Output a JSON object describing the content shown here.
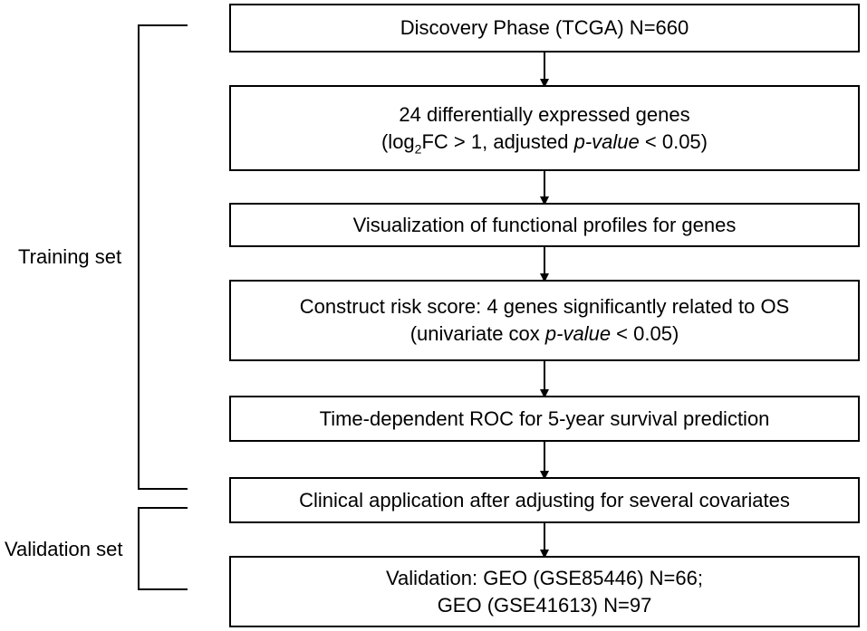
{
  "steps": [
    {
      "lines": [
        "Discovery Phase (TCGA) N=660"
      ]
    },
    {
      "line1": "24 differentially expressed genes",
      "line2": {
        "pre": "(log",
        "sub": "2",
        "mid": "FC > 1, adjusted ",
        "em": "p-value",
        "post": " < 0.05)"
      }
    },
    {
      "lines": [
        "Visualization of functional profiles for genes"
      ]
    },
    {
      "line1": "Construct risk score: 4 genes significantly related to OS",
      "line2": {
        "pre": "(univariate cox ",
        "em": "p-value",
        "post": "  < 0.05)"
      }
    },
    {
      "lines": [
        "Time-dependent ROC for 5-year survival prediction"
      ]
    },
    {
      "lines": [
        "Clinical application after adjusting for several covariates"
      ]
    },
    {
      "lines": [
        "Validation: GEO (GSE85446) N=66;",
        "GEO (GSE41613) N=97"
      ]
    }
  ],
  "groups": {
    "training": "Training set",
    "validation": "Validation set"
  }
}
